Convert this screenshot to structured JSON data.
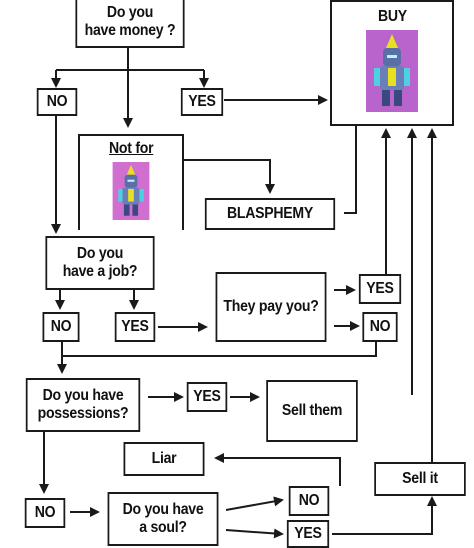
{
  "nodes": {
    "money": {
      "line1": "Do you",
      "line2": "have money ?"
    },
    "buy": {
      "label": "BUY"
    },
    "no_money": {
      "label": "NO"
    },
    "yes_money": {
      "label": "YES"
    },
    "not_for": {
      "label": "Not for"
    },
    "blasphemy": {
      "label": "BLASPHEMY"
    },
    "job": {
      "line1": "Do you",
      "line2": "have a job?"
    },
    "pay": {
      "label": "They pay you?"
    },
    "pay_yes": {
      "label": "YES"
    },
    "pay_no": {
      "label": "NO"
    },
    "job_no": {
      "label": "NO"
    },
    "job_yes": {
      "label": "YES"
    },
    "possessions": {
      "line1": "Do you have",
      "line2": "possessions?"
    },
    "poss_yes": {
      "label": "YES"
    },
    "sell_them": {
      "label": "Sell them"
    },
    "liar": {
      "label": "Liar"
    },
    "sell_it": {
      "label": "Sell it"
    },
    "poss_no": {
      "label": "NO"
    },
    "soul": {
      "line1": "Do you have",
      "line2": "a soul?"
    },
    "soul_no": {
      "label": "NO"
    },
    "soul_yes": {
      "label": "YES"
    }
  },
  "colors": {
    "line": "#1a1a1a",
    "character_bg": "#d06fd0",
    "character_armor": "#5a6ea8",
    "character_crest": "#e8e020"
  },
  "icons": [
    "character-figure-icon"
  ]
}
